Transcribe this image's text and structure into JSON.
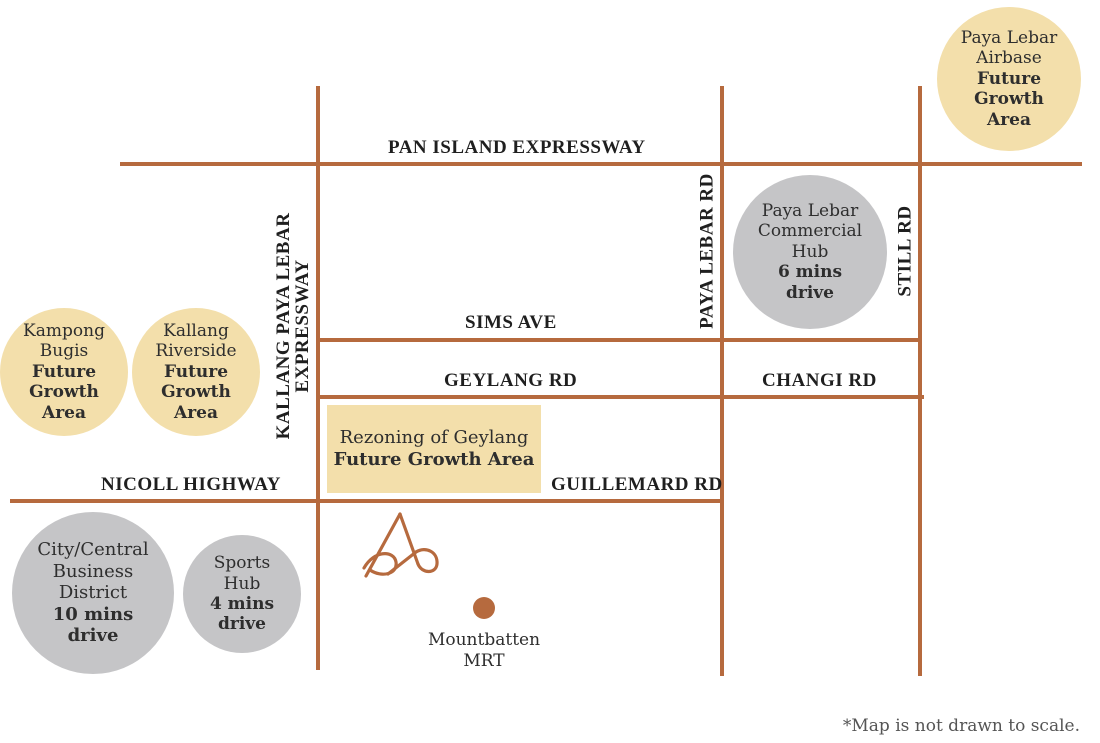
{
  "colors": {
    "road": "#b66a3e",
    "future_growth": "#f3dfab",
    "drive_time": "#c5c5c7",
    "text": "#2e2e2e"
  },
  "roads": {
    "pie": "PAN ISLAND EXPRESSWAY",
    "kpe": [
      "KALLANG PAYA LEBAR",
      "EXPRESSWAY"
    ],
    "sims": "SIMS AVE",
    "geylang": "GEYLANG RD",
    "changi": "CHANGI RD",
    "nicoll": "NICOLL HIGHWAY",
    "guillemard": "GUILLEMARD RD",
    "paya_lebar_rd": "PAYA LEBAR RD",
    "still_rd": "STILL RD"
  },
  "places": {
    "paya_lebar_airbase": {
      "lines": [
        "Paya Lebar",
        "Airbase"
      ],
      "bold": [
        "Future",
        "Growth",
        "Area"
      ]
    },
    "paya_lebar_hub": {
      "lines": [
        "Paya Lebar",
        "Commercial",
        "Hub"
      ],
      "bold": [
        "6 mins",
        "drive"
      ]
    },
    "kampong_bugis": {
      "lines": [
        "Kampong",
        "Bugis"
      ],
      "bold": [
        "Future",
        "Growth",
        "Area"
      ]
    },
    "kallang_riverside": {
      "lines": [
        "Kallang",
        "Riverside"
      ],
      "bold": [
        "Future",
        "Growth",
        "Area"
      ]
    },
    "rezoning": {
      "line": "Rezoning of Geylang",
      "bold": "Future Growth Area"
    },
    "city_cbd": {
      "lines": [
        "City/Central",
        "Business",
        "District"
      ],
      "bold": [
        "10 mins",
        "drive"
      ]
    },
    "sports_hub": {
      "lines": [
        "Sports",
        "Hub"
      ],
      "bold": [
        "4 mins",
        "drive"
      ]
    },
    "mountbatten_mrt": {
      "lines": [
        "Mountbatten",
        "MRT"
      ]
    }
  },
  "footnote": "*Map is not drawn to scale."
}
